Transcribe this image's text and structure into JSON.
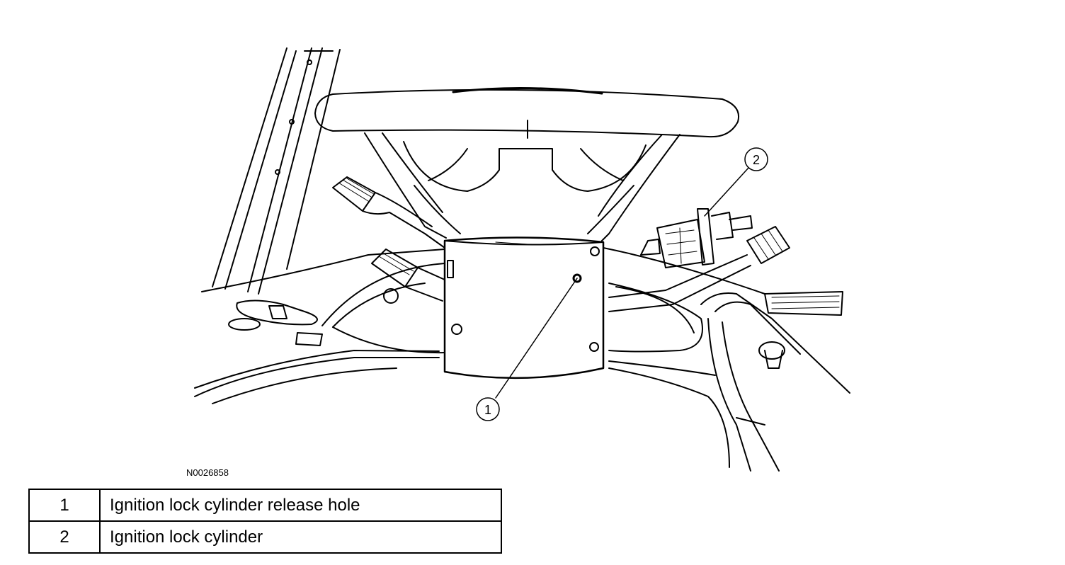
{
  "figure_code": "N0026858",
  "callouts": [
    {
      "number": "1"
    },
    {
      "number": "2"
    }
  ],
  "legend": [
    {
      "number": "1",
      "description": "Ignition lock cylinder release hole"
    },
    {
      "number": "2",
      "description": "Ignition lock cylinder"
    }
  ],
  "colors": {
    "line": "#000000",
    "background": "#ffffff"
  }
}
